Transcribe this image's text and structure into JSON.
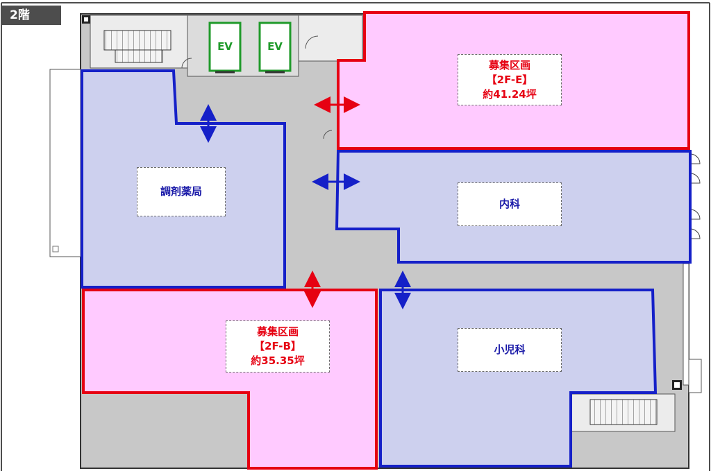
{
  "floor_label": "2階",
  "elevators": [
    {
      "label": "EV"
    },
    {
      "label": "EV"
    }
  ],
  "rooms": {
    "unit_e": {
      "line1": "募集区画",
      "line2": "【2F-E】",
      "line3": "約41.24坪"
    },
    "unit_b": {
      "line1": "募集区画",
      "line2": "【2F-B】",
      "line3": "約35.35坪"
    },
    "pharmacy": {
      "label": "調剤薬局"
    },
    "internal_medicine": {
      "label": "内科"
    },
    "pediatrics": {
      "label": "小児科"
    }
  },
  "colors": {
    "vacant_fill": "#ffcaff",
    "vacant_border": "#e60012",
    "tenant_fill": "#cdd0ee",
    "tenant_border": "#1520c8",
    "corridor": "#c8c8c8",
    "elevator": "#1f9a2a",
    "floor_tab": "#4d4d4d"
  }
}
